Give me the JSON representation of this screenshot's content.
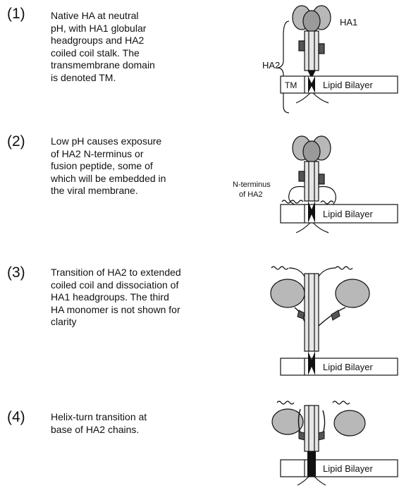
{
  "steps": [
    {
      "number": "(1)",
      "lines": [
        "Native HA at neutral",
        "pH, with HA1 globular",
        "headgroups and HA2",
        "coiled coil stalk.  The",
        "transmembrane domain",
        "is denoted TM."
      ],
      "labels": {
        "ha1": "HA1",
        "ha2": "HA2",
        "tm": "TM",
        "bilayer": "Lipid Bilayer"
      }
    },
    {
      "number": "(2)",
      "lines": [
        "Low pH causes exposure",
        "of HA2 N-terminus or",
        "fusion peptide, some of",
        "which will be embedded in",
        "the viral membrane."
      ],
      "labels": {
        "nterm1": "N-terminus",
        "nterm2": "of HA2",
        "bilayer": "Lipid Bilayer"
      }
    },
    {
      "number": "(3)",
      "lines": [
        "Transition of HA2 to extended",
        "coiled coil and dissociation of",
        "HA1 headgroups.  The third",
        "HA monomer is not shown for",
        "clarity"
      ],
      "labels": {
        "bilayer": "Lipid Bilayer"
      }
    },
    {
      "number": "(4)",
      "lines": [
        "Helix-turn transition at",
        "base of  HA2 chains."
      ],
      "labels": {
        "bilayer": "Lipid Bilayer"
      }
    }
  ]
}
